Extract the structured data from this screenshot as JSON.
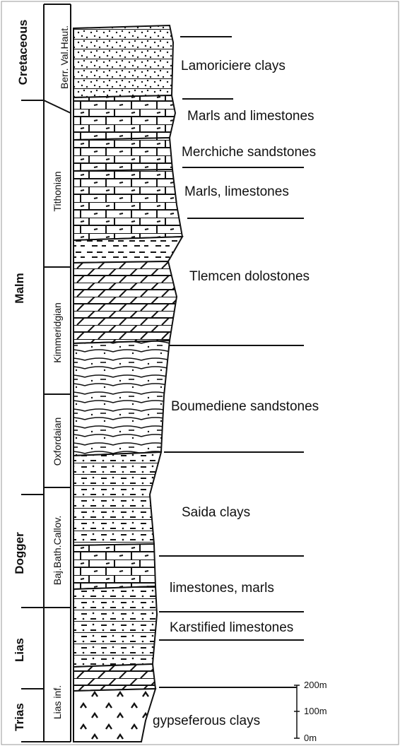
{
  "periods": [
    {
      "id": "cretaceous",
      "label": "Cretaceous"
    },
    {
      "id": "malm",
      "label": "Malm"
    },
    {
      "id": "dogger",
      "label": "Dogger"
    },
    {
      "id": "lias",
      "label": "Lias"
    },
    {
      "id": "trias",
      "label": "Trias"
    }
  ],
  "stages": [
    {
      "id": "berr",
      "label": "Berr. Val.Haut."
    },
    {
      "id": "tithonian",
      "label": "Tithonian"
    },
    {
      "id": "kimmeridgian",
      "label": "Kimmeridgian"
    },
    {
      "id": "oxfordian",
      "label": "Oxfordaian"
    },
    {
      "id": "bajbath",
      "label": "Baj.Bath.Callov."
    },
    {
      "id": "liasinf",
      "label": "Lias inf."
    }
  ],
  "units": [
    "Lamoriciere clays",
    "Marls and limestones",
    "Merchiche sandstones",
    "Marls, limestones",
    "Tlemcen dolostones",
    "Boumediene sandstones",
    "Saida clays",
    "limestones, marls",
    "Karstified limestones",
    "gypseferous clays"
  ],
  "scale": {
    "ticks": [
      "200m",
      "100m",
      "0m"
    ]
  }
}
